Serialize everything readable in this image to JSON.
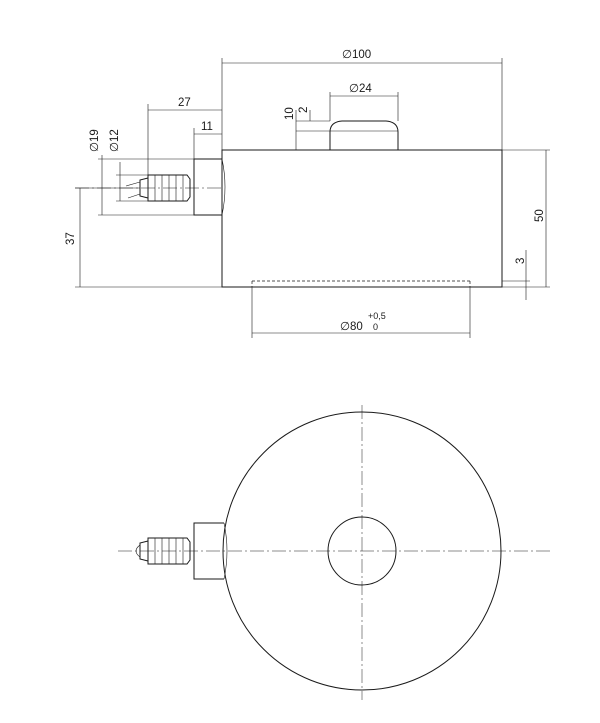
{
  "drawing": {
    "line_color": "#1a1a1a",
    "background": "#ffffff",
    "dimensions": {
      "dia_100": "∅100",
      "dia_24": "∅24",
      "dim_27": "27",
      "dim_11": "11",
      "dim_10": "10",
      "dim_2": "2",
      "dia_19": "∅19",
      "dia_12": "∅12",
      "dim_37": "37",
      "dim_50": "50",
      "dim_3": "3",
      "dia_80": "∅80",
      "tol_upper": "+0,5",
      "tol_lower": "0"
    }
  }
}
